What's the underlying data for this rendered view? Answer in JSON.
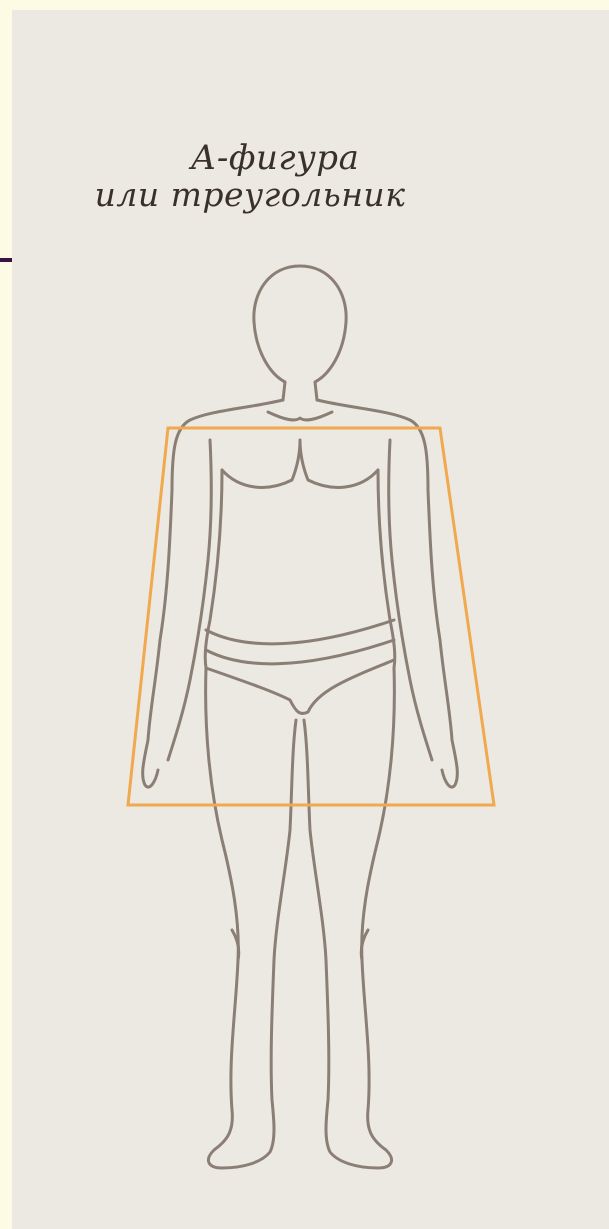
{
  "caption": {
    "line1": "А-фигура",
    "line2": "или треугольник"
  },
  "colors": {
    "background": "#ece8e2",
    "outline": "#8b7f75",
    "trapezoid": "#f0a94f",
    "page": "#fdfbe4",
    "accent": "#3a1440"
  },
  "figure": {
    "shape": "A-figure (triangle)",
    "icon": "body-silhouette-icon"
  }
}
